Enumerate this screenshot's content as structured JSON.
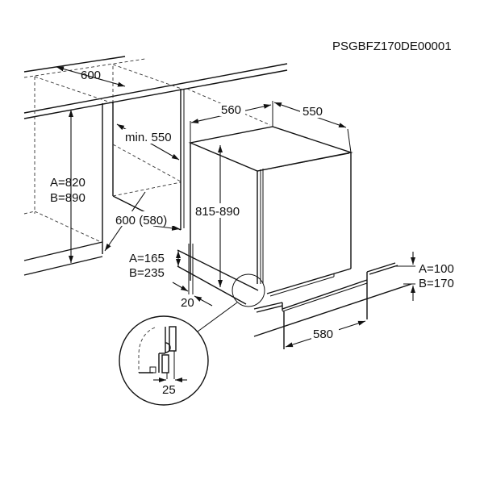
{
  "code": "PSGBFZ170DE00001",
  "dimensions": {
    "cabinet_depth": "600",
    "min_depth": "min. 550",
    "niche_height_a": "A=820",
    "niche_height_b": "B=890",
    "niche_width": "600 (580)",
    "appliance_width": "560",
    "appliance_depth": "550",
    "appliance_height": "815-890",
    "vent_a": "A=165",
    "vent_b": "B=235",
    "offset": "20",
    "plinth_a": "A=100",
    "plinth_b": "B=170",
    "plinth_width": "580",
    "detail_gap": "25"
  }
}
